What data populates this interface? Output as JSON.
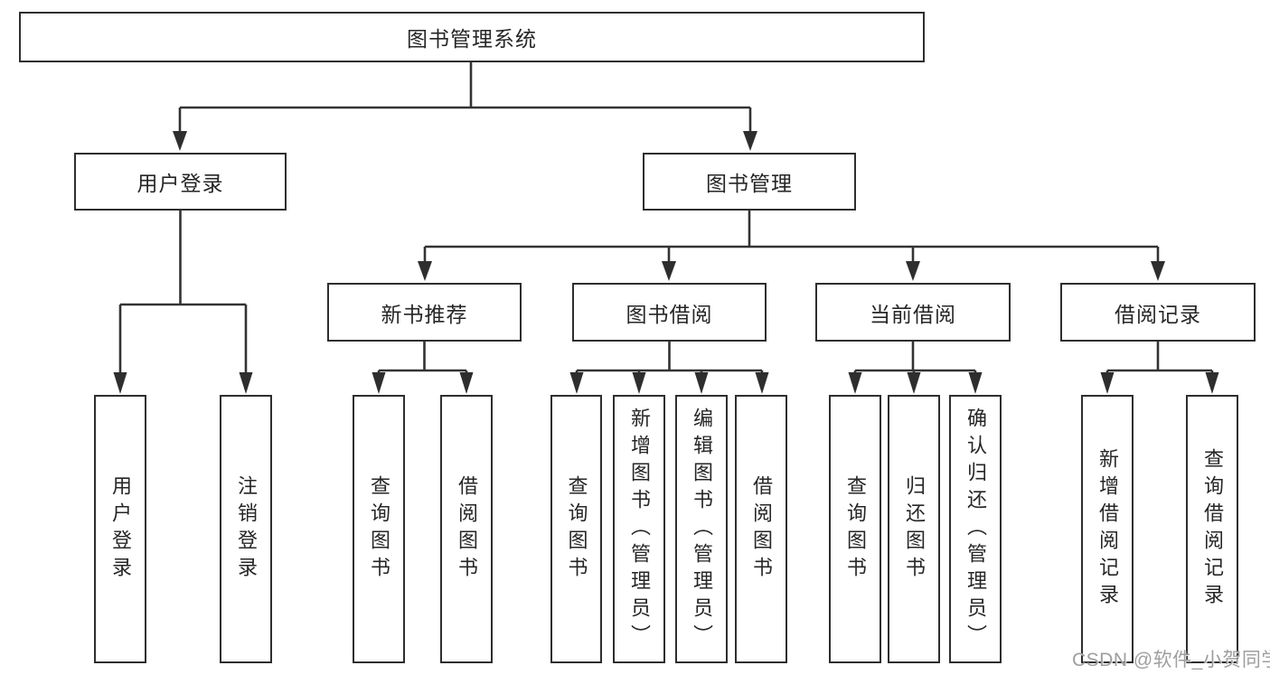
{
  "diagram": {
    "root": "图书管理系统",
    "level2": {
      "user_login": "用户登录",
      "book_management": "图书管理"
    },
    "level3": {
      "new_book_recommend": "新书推荐",
      "book_borrow": "图书借阅",
      "current_borrow": "当前借阅",
      "borrow_record": "借阅记录"
    },
    "leaves": [
      "用户登录",
      "注销登录",
      "查询图书",
      "借阅图书",
      "查询图书",
      "新增图书（管理员）",
      "编辑图书（管理员）",
      "借阅图书",
      "查询图书",
      "归还图书",
      "确认归还（管理员）",
      "新增借阅记录",
      "查询借阅记录"
    ],
    "watermark": "CSDN @软件_小贺同学",
    "colors": {
      "line": "#333333",
      "border": "#2e2e2e",
      "text": "#262626",
      "watermark": "#9e9e9e",
      "background": "#ffffff"
    }
  }
}
